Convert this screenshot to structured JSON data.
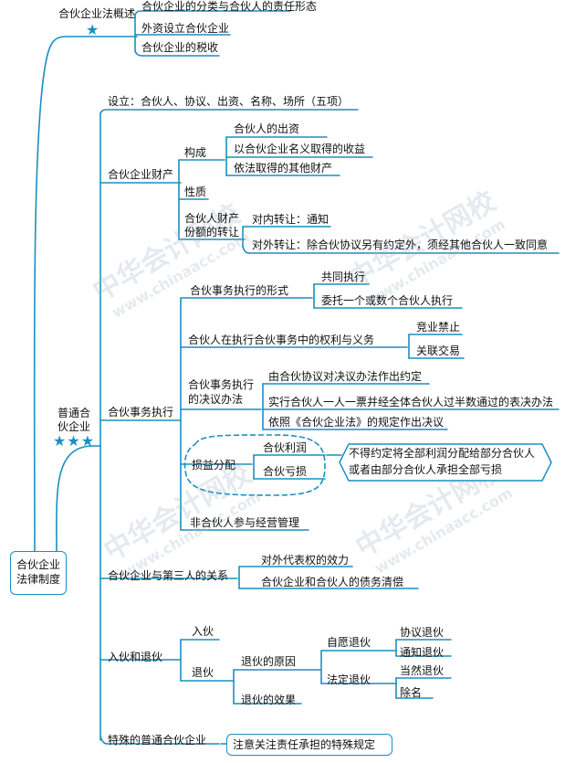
{
  "root": {
    "label_1": "合伙企业",
    "label_2": "法律制度"
  },
  "overview": {
    "title": "合伙企业法概述",
    "stars": "★",
    "items": [
      "合伙企业的分类与合伙人的责任形态",
      "外资设立合伙企业",
      "合伙企业的税收"
    ]
  },
  "general": {
    "title_1": "普通合",
    "title_2": "伙企业",
    "stars": "★★★",
    "establish": "设立：合伙人、协议、出资、名称、场所（五项）",
    "property": {
      "title": "合伙企业财产",
      "composition": {
        "title": "构成",
        "items": [
          "合伙人的出资",
          "以合伙企业名义取得的收益",
          "依法取得的其他财产"
        ]
      },
      "nature": "性质",
      "transfer": {
        "title_1": "合伙人财产",
        "title_2": "份额的转让",
        "internal": "对内转让：通知",
        "external": "对外转让：除合伙协议另有约定外，须经其他合伙人一致同意"
      }
    },
    "affairs": {
      "title": "合伙事务执行",
      "forms": {
        "title": "合伙事务执行的形式",
        "items": [
          "共同执行",
          "委托一个或数个合伙人执行"
        ]
      },
      "rights": {
        "title": "合伙人在执行合伙事务中的权利与义务",
        "items": [
          "竞业禁止",
          "关联交易"
        ]
      },
      "voting": {
        "title_1": "合伙事务执行",
        "title_2": "的决议办法",
        "items": [
          "由合伙协议对决议办法作出约定",
          "实行合伙人一人一票并经全体合伙人过半数通过的表决办法",
          "依照《合伙企业法》的规定作出决议"
        ]
      },
      "profit": {
        "title": "损益分配",
        "items": [
          "合伙利润",
          "合伙亏损"
        ],
        "note_1": "不得约定将全部利润分配给部分合伙人",
        "note_2": "或者由部分合伙人承担全部亏损"
      },
      "non_partner": "非合伙人参与经营管理"
    },
    "third_party": {
      "title": "合伙企业与第三人的关系",
      "items": [
        "对外代表权的效力",
        "合伙企业和合伙人的债务清偿"
      ]
    },
    "entry_exit": {
      "title": "入伙和退伙",
      "entry": "入伙",
      "exit": "退伙",
      "reasons": "退伙的原因",
      "voluntary": {
        "title": "自愿退伙",
        "items": [
          "协议退伙",
          "通知退伙"
        ]
      },
      "statutory": {
        "title": "法定退伙",
        "items": [
          "当然退伙",
          "除名"
        ]
      },
      "effect": "退伙的效果"
    },
    "special": {
      "title": "特殊的普通合伙企业",
      "note": "注意关注责任承担的特殊规定"
    }
  },
  "watermark": {
    "cn": "中华会计网校",
    "en": "www.chinaacc.com"
  },
  "colors": {
    "line": "#1a8fc0",
    "text": "#111111",
    "watermark": "#9fb6c8"
  }
}
